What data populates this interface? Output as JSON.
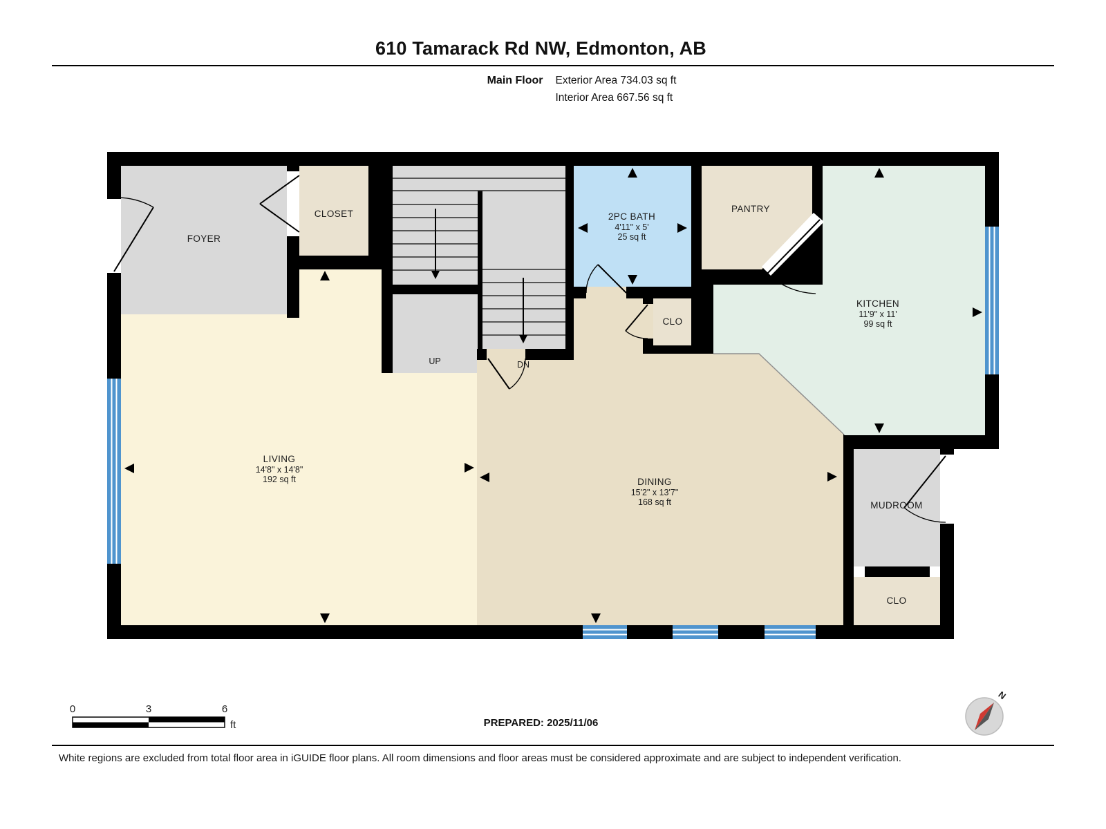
{
  "header": {
    "title": "610 Tamarack Rd NW, Edmonton, AB",
    "floor_label": "Main Floor",
    "exterior_area": "Exterior Area 734.03 sq ft",
    "interior_area": "Interior Area 667.56 sq ft"
  },
  "rooms": {
    "foyer": {
      "name": "FOYER"
    },
    "closet": {
      "name": "CLOSET"
    },
    "bath": {
      "name": "2PC BATH",
      "dims": "4'11\" x 5'",
      "area": "25 sq ft"
    },
    "pantry": {
      "name": "PANTRY"
    },
    "kitchen": {
      "name": "KITCHEN",
      "dims": "11'9\" x 11'",
      "area": "99 sq ft"
    },
    "hall_closet": {
      "name": "CLO"
    },
    "living": {
      "name": "LIVING",
      "dims": "14'8\" x 14'8\"",
      "area": "192 sq ft"
    },
    "dining": {
      "name": "DINING",
      "dims": "15'2\" x 13'7\"",
      "area": "168 sq ft"
    },
    "mudroom": {
      "name": "MUDROOM"
    },
    "mudroom_closet": {
      "name": "CLO"
    }
  },
  "stairs": {
    "up_label": "UP",
    "down_label": "DN"
  },
  "scale_bar": {
    "tick_0": "0",
    "tick_3": "3",
    "tick_6": "6",
    "unit": "ft"
  },
  "compass": {
    "north_label": "N",
    "needle_red": "#cf3a32",
    "needle_dark": "#555555"
  },
  "footer": {
    "prepared": "PREPARED: 2025/11/06",
    "disclaimer": "White regions are excluded from total floor area in iGUIDE floor plans. All room dimensions and floor areas must be considered approximate and are subject to independent verification."
  },
  "colors": {
    "wall": "#000000",
    "room_gray": "#d9d9d9",
    "room_beige": "#eae2d0",
    "room_cream": "#faf3da",
    "room_tan": "#e9dfc7",
    "room_mint": "#e3efe7",
    "room_blue": "#bfe0f5",
    "window_blue": "#4f94ce"
  }
}
